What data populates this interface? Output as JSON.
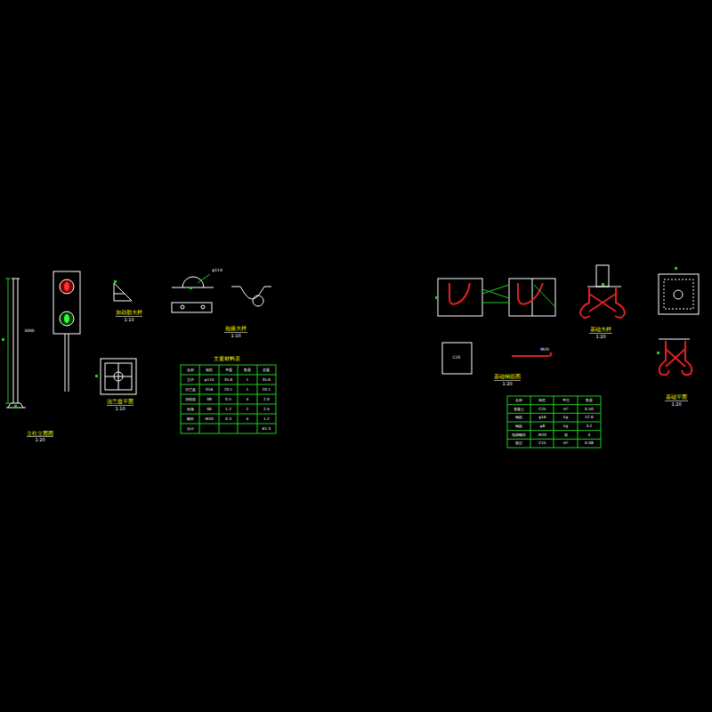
{
  "diagram": {
    "labels": [
      "立柱立面图",
      "1:20",
      "3000",
      "加劲肋大样",
      "1:10",
      "抱箍大样",
      "1:10",
      "法兰盘平面",
      "1:10",
      "主要材料表",
      "φ114",
      "名称",
      "规格",
      "单重",
      "数量",
      "总重",
      "立柱",
      "φ114",
      "35.6",
      "1",
      "35.6",
      "法兰盘",
      "δ16",
      "20.1",
      "1",
      "20.1",
      "加劲肋",
      "δ8",
      "0.5",
      "4",
      "2.0",
      "抱箍",
      "δ6",
      "1.2",
      "2",
      "2.4",
      "螺栓",
      "M20",
      "0.3",
      "4",
      "1.2",
      "合计",
      "61.3",
      "基础钢筋图",
      "1:20",
      "基础大样",
      "1:20",
      "基础平面",
      "1:20",
      "M20",
      "C25",
      "名称",
      "规格",
      "单位",
      "数量",
      "混凝土",
      "C25",
      "m³",
      "0.50",
      "钢筋",
      "φ16",
      "kg",
      "12.6",
      "钢筋",
      "φ8",
      "kg",
      "3.2",
      "地脚螺栓",
      "M20",
      "根",
      "4",
      "垫层",
      "C15",
      "m³",
      "0.08"
    ]
  }
}
